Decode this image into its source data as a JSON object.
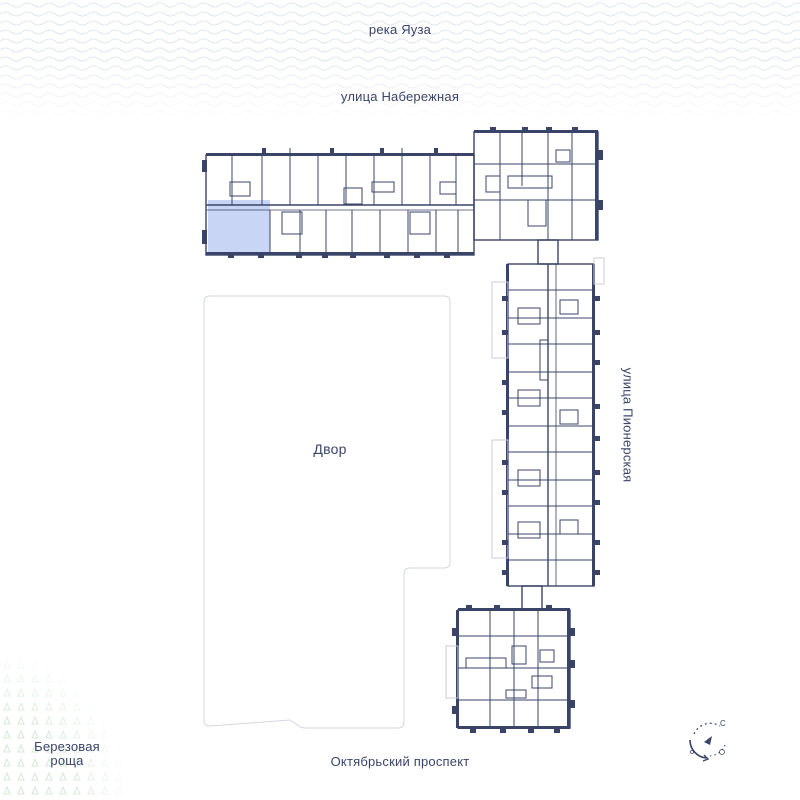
{
  "streets": {
    "river": "река Яуза",
    "naberezhnaya": "улица Набережная",
    "pionerskaya": "улица Пионерская",
    "oktyabrsky": "Октябрьский проспект"
  },
  "yard": {
    "label": "Двор"
  },
  "grove": {
    "line1": "Березовая",
    "line2": "роща"
  },
  "compass": {
    "north_letter": "С",
    "icon": "north-compass-icon"
  },
  "colors": {
    "building_lines": "#3a4468",
    "selected_apartment": "#c9d5f5",
    "water_pattern": "#dfe5f1",
    "grove_pattern": "#d6ecd9",
    "yard_outline": "#d0d4de"
  }
}
